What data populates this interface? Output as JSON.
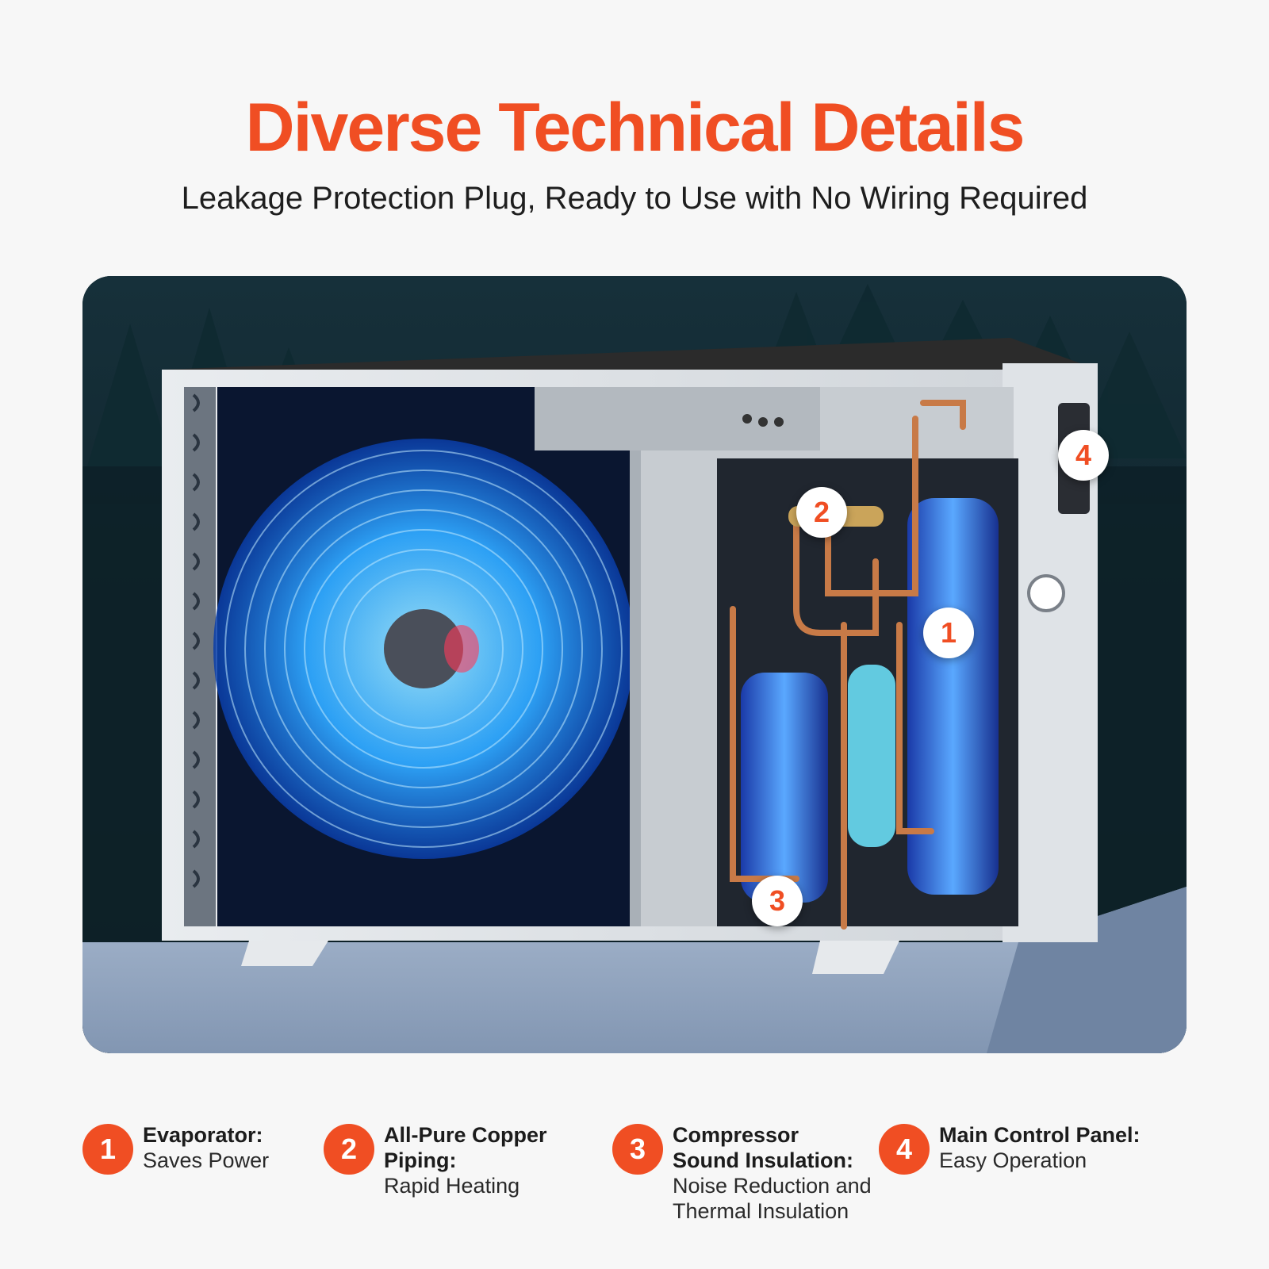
{
  "colors": {
    "accent": "#f04e23",
    "background": "#f7f7f7",
    "hero_bg": "#10242b",
    "ground": "#8fa3bd"
  },
  "header": {
    "title": "Diverse Technical Details",
    "subtitle": "Leakage Protection Plug, Ready to Use with No Wiring Required"
  },
  "hero": {
    "image_description_icon": "heat-pump-cutaway-icon",
    "markers": [
      {
        "number": "1"
      },
      {
        "number": "2"
      },
      {
        "number": "3"
      },
      {
        "number": "4"
      }
    ]
  },
  "features": [
    {
      "number": "1",
      "title": "Evaporator:",
      "desc_line1": "Saves Power",
      "desc_line2": ""
    },
    {
      "number": "2",
      "title_line1": "All-Pure Copper",
      "title_line2": "Piping:",
      "desc_line1": "Rapid Heating"
    },
    {
      "number": "3",
      "title_line1": "Compressor",
      "title_line2": "Sound Insulation:",
      "desc_line1": "Noise Reduction and",
      "desc_line2": "Thermal Insulation"
    },
    {
      "number": "4",
      "title": "Main Control Panel:",
      "desc_line1": "Easy Operation"
    }
  ]
}
